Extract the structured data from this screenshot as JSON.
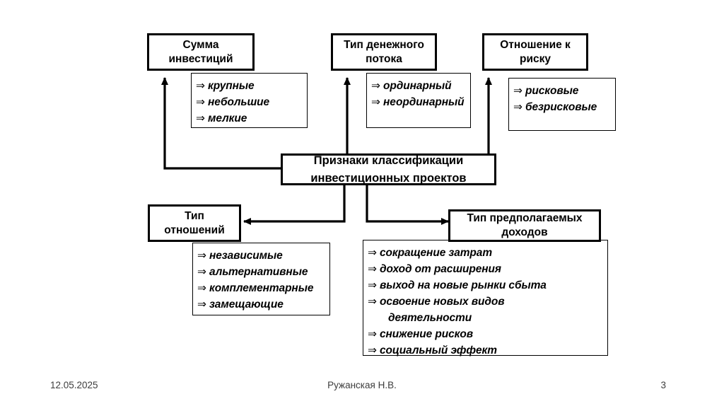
{
  "slide": {
    "central_box": {
      "line1": "Признаки классификации",
      "line2": "инвестиционных проектов"
    },
    "branches": [
      {
        "id": "sum-investitsiy",
        "title_line1": "Сумма",
        "title_line2": "инвестиций",
        "items": [
          "крупные",
          "небольшие",
          "мелкие"
        ]
      },
      {
        "id": "tip-denezhnogo-potoka",
        "title_line1": "Тип денежного",
        "title_line2": "потока",
        "items": [
          "ординарный",
          "неординарный"
        ]
      },
      {
        "id": "otnoshenie-k-risku",
        "title_line1": "Отношение к",
        "title_line2": "риску",
        "items": [
          "рисковые",
          "безрисковые"
        ]
      },
      {
        "id": "tip-otnosheniy",
        "title_line1": "Тип",
        "title_line2": "отношений",
        "items": [
          "независимые",
          "альтернативные",
          "комплементарные",
          "замещающие"
        ]
      },
      {
        "id": "tip-predpolagaemyh-dohodov",
        "title_line1": "Тип предполагаемых",
        "title_line2": "доходов",
        "items": [
          "сокращение затрат",
          "доход от расширения",
          "выход на новые рынки сбыта",
          "освоение новых видов",
          "деятельности",
          "снижение рисков",
          "социальный эффект"
        ]
      }
    ],
    "bullet_marker": "⇒",
    "line_color": "#000000"
  },
  "footer": {
    "date": "12.05.2025",
    "author": "Ружанская Н.В.",
    "page": "3"
  }
}
